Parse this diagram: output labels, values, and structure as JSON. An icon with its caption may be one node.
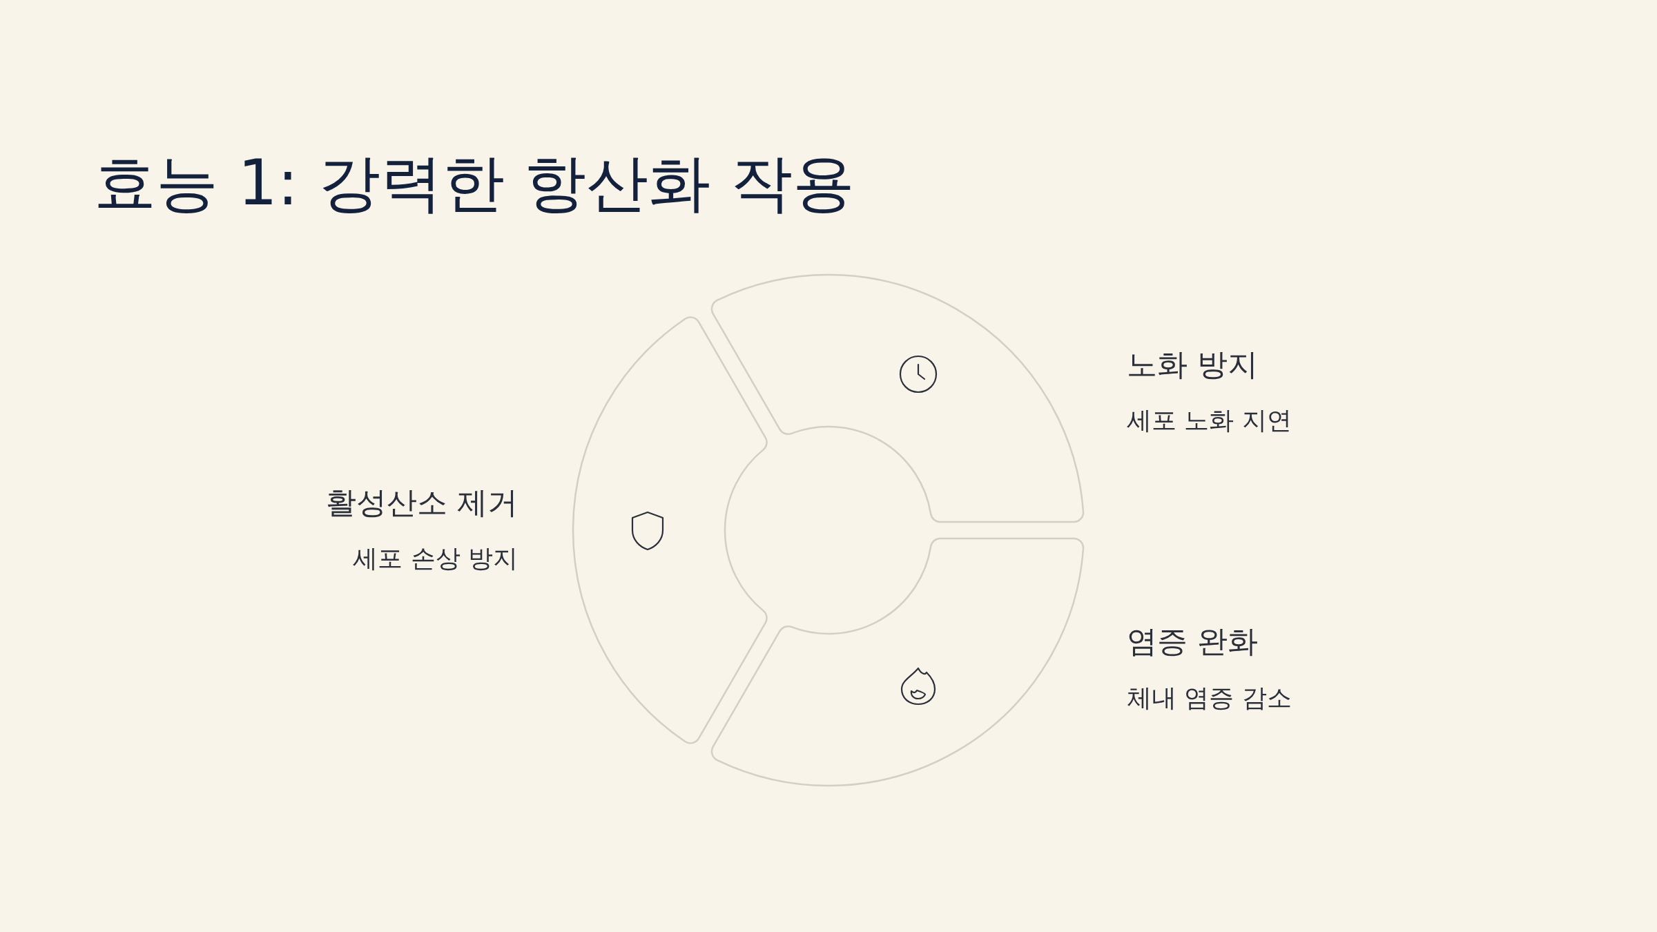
{
  "diagram": {
    "title": "효능 1: 강력한 항산화 작용",
    "labels": [
      "활성산소 제거",
      "세포 손상 방지",
      "노화 방지",
      "세포 노화 지연",
      "염증 완화",
      "체내 염증 감소"
    ]
  }
}
